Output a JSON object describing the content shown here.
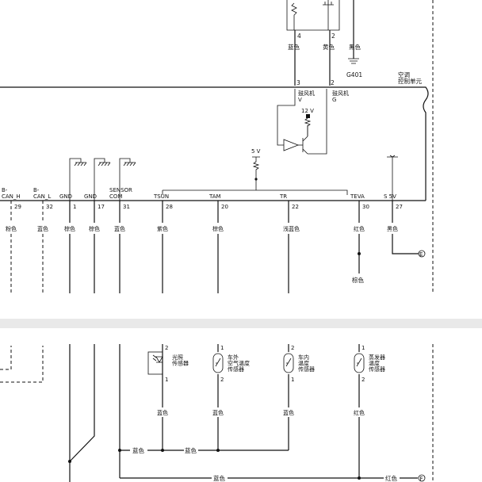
{
  "upper": {
    "module": {
      "line1": "空调",
      "line2": "控制单元"
    },
    "top_pins": [
      {
        "pin": "4",
        "color": "蓝色"
      },
      {
        "pin": "2",
        "color": "黄色"
      }
    ],
    "ground_top": {
      "color": "黑色",
      "name": "G401"
    },
    "blower_pins": [
      {
        "pin": "3",
        "l1": "鼓风机",
        "l2": "V"
      },
      {
        "pin": "2",
        "l1": "鼓风机",
        "l2": "G"
      }
    ],
    "v12": "12 V",
    "v5": "5 V",
    "pins": [
      {
        "l1": "B-",
        "l2": "CAN_H",
        "pin": "29",
        "color": "粉色"
      },
      {
        "l1": "B-",
        "l2": "CAN_L",
        "pin": "32",
        "color": "蓝色"
      },
      {
        "l1": "",
        "l2": "GND",
        "pin": "1",
        "color": "棕色"
      },
      {
        "l1": "",
        "l2": "GND",
        "pin": "17",
        "color": "棕色"
      },
      {
        "l1": "SENSOR",
        "l2": "COM",
        "pin": "31",
        "color": "蓝色"
      },
      {
        "l1": "",
        "l2": "TSUN",
        "pin": "28",
        "color": "紫色"
      },
      {
        "l1": "",
        "l2": "TAM",
        "pin": "20",
        "color": "棕色"
      },
      {
        "l1": "",
        "l2": "TR",
        "pin": "22",
        "color": "浅蓝色"
      },
      {
        "l1": "",
        "l2": "TEVA",
        "pin": "30",
        "color": "红色"
      },
      {
        "l1": "",
        "l2": "S 5V",
        "pin": "27",
        "color": "黑色"
      }
    ],
    "teva_lower_color": "棕色",
    "conn_e": "E"
  },
  "lower": {
    "sensors": [
      {
        "name": [
          "光照",
          "传感器"
        ],
        "pin_top": "2",
        "pin_bot": "1",
        "color": "蓝色"
      },
      {
        "name": [
          "车外",
          "空气温度",
          "传感器"
        ],
        "pin_top": "1",
        "pin_bot": "2",
        "color": "蓝色"
      },
      {
        "name": [
          "车内",
          "温度",
          "传感器"
        ],
        "pin_top": "2",
        "pin_bot": "1",
        "color": "蓝色"
      },
      {
        "name": [
          "蒸发器",
          "温度",
          "传感器"
        ],
        "pin_top": "1",
        "pin_bot": "2",
        "color": "红色"
      }
    ],
    "bus1": {
      "labels": [
        "蓝色",
        "蓝色"
      ]
    },
    "bus2": {
      "labels": [
        "蓝色",
        "红色"
      ]
    },
    "conn_f": "F"
  }
}
